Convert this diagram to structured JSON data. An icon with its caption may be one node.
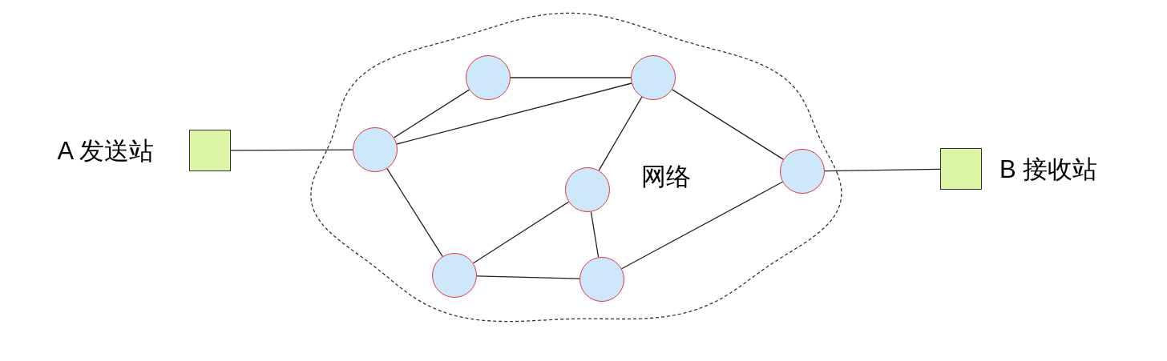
{
  "diagram": {
    "nodes": [
      {
        "text": [],
        "shape": "box",
        "beside": [
          "A 发送站"
        ]
      },
      {
        "text": [
          "网络"
        ]
      },
      {
        "text": [],
        "shape": "circle",
        "in": 1
      },
      {
        "text": [],
        "shape": "circle",
        "in": 1
      },
      {
        "text": [],
        "shape": "circle",
        "in": 1
      },
      {
        "text": [],
        "shape": "circle",
        "in": 1
      },
      {
        "text": [],
        "shape": "circle",
        "in": 1
      },
      {
        "text": [],
        "shape": "circle",
        "in": 1
      },
      {
        "text": [],
        "shape": "circle",
        "in": 1
      },
      {
        "text": [],
        "shape": "box",
        "beside": [
          "B 接收站"
        ]
      }
    ],
    "edges": [
      {
        "from": 0,
        "to": 4,
        "arrow": "none"
      },
      {
        "from": 4,
        "to": 2,
        "arrow": "none"
      },
      {
        "from": 2,
        "to": 3,
        "arrow": "none"
      },
      {
        "from": 4,
        "to": 3,
        "arrow": "none"
      },
      {
        "from": 3,
        "to": 5,
        "arrow": "none"
      },
      {
        "from": 3,
        "to": 6,
        "arrow": "none"
      },
      {
        "from": 4,
        "to": 7,
        "arrow": "none"
      },
      {
        "from": 7,
        "to": 5,
        "arrow": "none"
      },
      {
        "from": 7,
        "to": 8,
        "arrow": "none"
      },
      {
        "from": 5,
        "to": 8,
        "arrow": "none"
      },
      {
        "from": 8,
        "to": 6,
        "arrow": "none"
      },
      {
        "from": 6,
        "to": 9,
        "arrow": "none"
      }
    ]
  }
}
